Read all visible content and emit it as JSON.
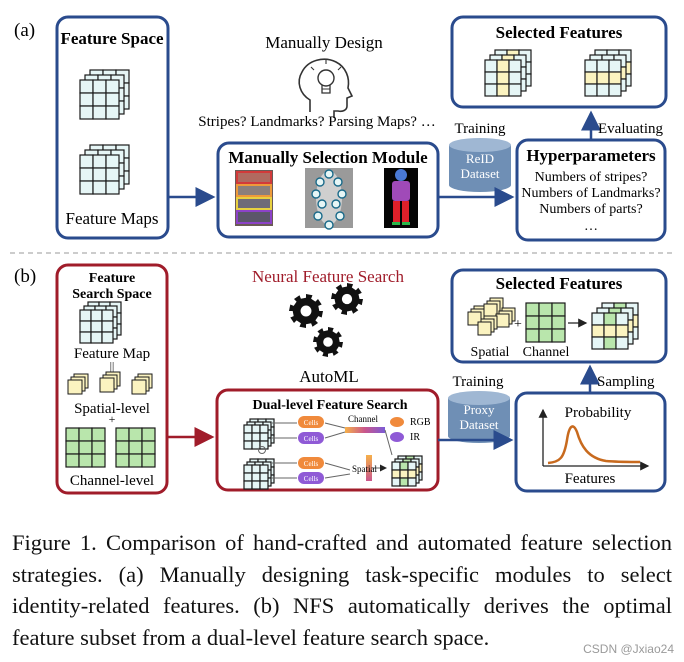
{
  "panel_a": {
    "tag": "(a)",
    "feature_space": {
      "title": "Feature Space",
      "caption": "Feature Maps"
    },
    "manual_design": {
      "title": "Manually Design",
      "questions": "Stripes? Landmarks? Parsing Maps? …"
    },
    "selection_module": {
      "title": "Manually Selection Module"
    },
    "training": "Training",
    "dataset": {
      "line1": "ReID",
      "line2": "Dataset"
    },
    "hyperparameters": {
      "title": "Hyperparameters",
      "items": [
        "Numbers of stripes?",
        "Numbers of Landmarks?",
        "Numbers of  parts?",
        "…"
      ]
    },
    "evaluating": "Evaluating",
    "selected": {
      "title": "Selected Features"
    }
  },
  "panel_b": {
    "tag": "(b)",
    "search_space": {
      "title_line1": "Feature",
      "title_line2": "Search Space",
      "feature_map": "Feature Map",
      "spatial_level": "Spatial-level",
      "channel_level": "Channel-level"
    },
    "nfs_title": "Neural Feature Search",
    "automl": "AutoML",
    "dual": {
      "title": "Dual-level Feature Search",
      "cells": "Cells",
      "channel": "Channel",
      "spatial": "Spatial",
      "rgb": "RGB",
      "ir": "IR"
    },
    "training": "Training",
    "dataset": {
      "line1": "Proxy",
      "line2": "Dataset"
    },
    "probability": {
      "ylabel": "Probability",
      "xlabel": "Features"
    },
    "sampling": "Sampling",
    "selected": {
      "title": "Selected Features",
      "spatial": "Spatial",
      "channel": "Channel",
      "plus": "+"
    }
  },
  "caption": {
    "text": "Figure 1. Comparison of hand-crafted and automated feature selection strategies.  (a) Manually designing task-specific modules to select identity-related features.  (b) NFS automatically derives the optimal feature subset from a dual-level feature search space."
  },
  "watermark": "CSDN @Jxiao24",
  "colors": {
    "blue": "#2a4b8d",
    "red": "#a01c2a",
    "grid_blue": "#e6f6f6",
    "grid_yellow": "#fbf3c0",
    "grid_green": "#b9e6ac",
    "cylinder": "#6f8fb5"
  }
}
